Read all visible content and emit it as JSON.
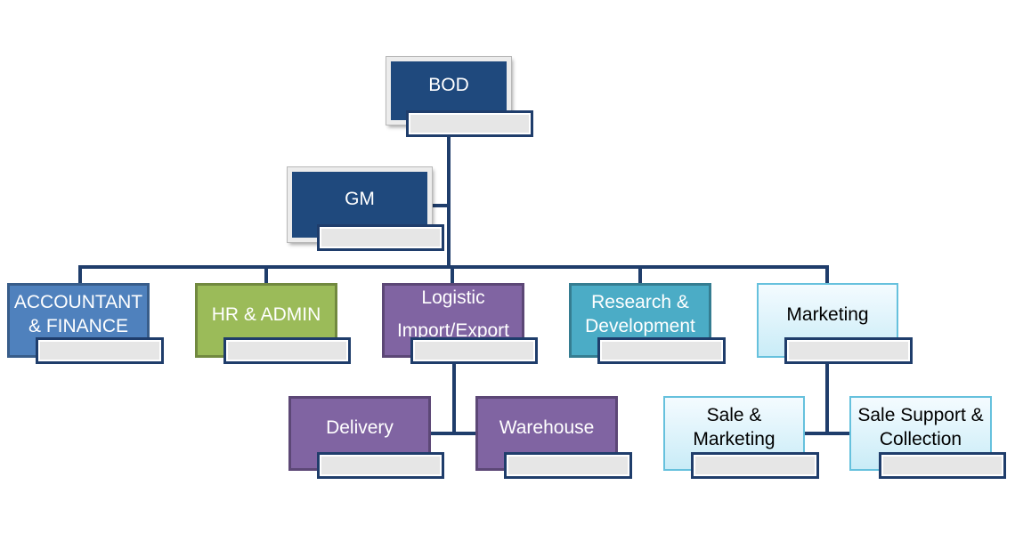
{
  "nodes": {
    "bod": {
      "lines": [
        "BOD"
      ]
    },
    "gm": {
      "lines": [
        "GM"
      ]
    },
    "accountant": {
      "lines": [
        "ACCOUNTANT",
        "& FINANCE"
      ]
    },
    "hr": {
      "lines": [
        "HR & ADMIN"
      ]
    },
    "logistic": {
      "lines": [
        "Logistic",
        "Import/Export"
      ]
    },
    "rnd": {
      "lines": [
        "Research &",
        "Development"
      ]
    },
    "marketing": {
      "lines": [
        "Marketing"
      ]
    },
    "delivery": {
      "lines": [
        "Delivery"
      ]
    },
    "warehouse": {
      "lines": [
        "Warehouse"
      ]
    },
    "sale_marketing": {
      "lines": [
        "Sale &",
        "Marketing"
      ]
    },
    "sale_support": {
      "lines": [
        "Sale Support &",
        "Collection"
      ]
    }
  },
  "colors": {
    "connector": "#1f3d6b",
    "navy": "#1f497d",
    "blue": "#4f81bd",
    "green": "#9bbb59",
    "purple": "#8064a2",
    "teal": "#4bacc6",
    "light": "#c9ecf7"
  }
}
